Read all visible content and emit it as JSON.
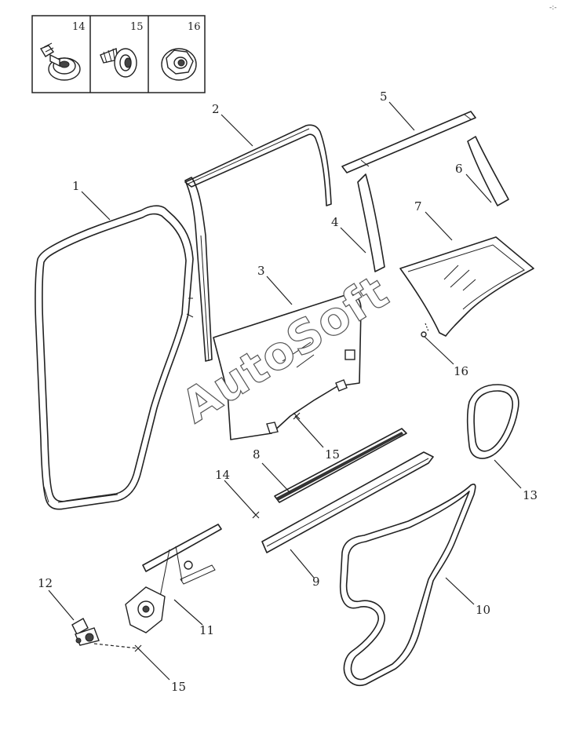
{
  "legend": {
    "cells": [
      {
        "number": "14",
        "icon": "push-clip-icon"
      },
      {
        "number": "15",
        "icon": "screw-with-washer-icon"
      },
      {
        "number": "16",
        "icon": "flange-nut-icon"
      }
    ]
  },
  "callouts": {
    "c1": "1",
    "c2": "2",
    "c3": "3",
    "c4": "4",
    "c5": "5",
    "c6": "6",
    "c7": "7",
    "c8": "8",
    "c9": "9",
    "c10": "10",
    "c11": "11",
    "c12": "12",
    "c13": "13",
    "c14": "14",
    "c15a": "15",
    "c15b": "15",
    "c16": "16"
  },
  "watermark": "AutoSoft",
  "corner_mark": "-:-"
}
